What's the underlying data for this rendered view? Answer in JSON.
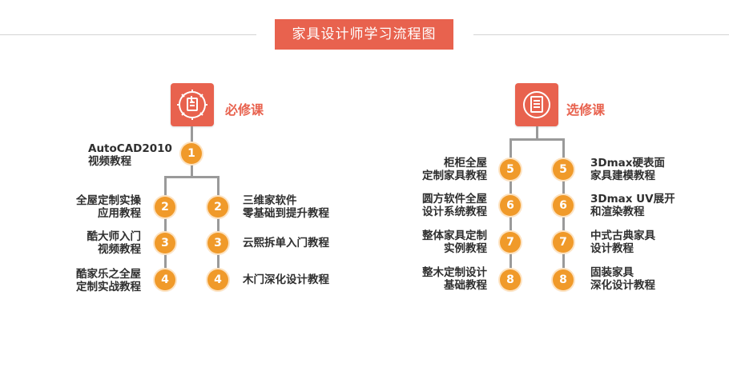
{
  "title": "家具设计师学习流程图",
  "colors": {
    "accent": "#e8624e",
    "badge": "#f09a2a",
    "connector": "#9a9a9a"
  },
  "required": {
    "label": "必修课",
    "icon": "design-settings-icon",
    "top": {
      "num": "1",
      "line1": "AutoCAD2010",
      "line2": "视频教程"
    },
    "left": [
      {
        "num": "2",
        "line1": "全屋定制实操",
        "line2": "应用教程"
      },
      {
        "num": "3",
        "line1": "酷大师入门",
        "line2": "视频教程"
      },
      {
        "num": "4",
        "line1": "酷家乐之全屋",
        "line2": "定制实战教程"
      }
    ],
    "right": [
      {
        "num": "2",
        "line1": "三维家软件",
        "line2": "零基础到提升教程"
      },
      {
        "num": "3",
        "line1": "云熙拆单入门教程",
        "line2": ""
      },
      {
        "num": "4",
        "line1": "木门深化设计教程",
        "line2": ""
      }
    ]
  },
  "elective": {
    "label": "选修课",
    "icon": "document-list-icon",
    "left": [
      {
        "num": "5",
        "line1": "柜柜全屋",
        "line2": "定制家具教程"
      },
      {
        "num": "6",
        "line1": "圆方软件全屋",
        "line2": "设计系统教程"
      },
      {
        "num": "7",
        "line1": "整体家具定制",
        "line2": "实例教程"
      },
      {
        "num": "8",
        "line1": "整木定制设计",
        "line2": "基础教程"
      }
    ],
    "right": [
      {
        "num": "5",
        "line1": "3Dmax硬表面",
        "line2": "家具建模教程"
      },
      {
        "num": "6",
        "line1": "3Dmax UV展开",
        "line2": "和渲染教程"
      },
      {
        "num": "7",
        "line1": "中式古典家具",
        "line2": "设计教程"
      },
      {
        "num": "8",
        "line1": "固装家具",
        "line2": "深化设计教程"
      }
    ]
  }
}
